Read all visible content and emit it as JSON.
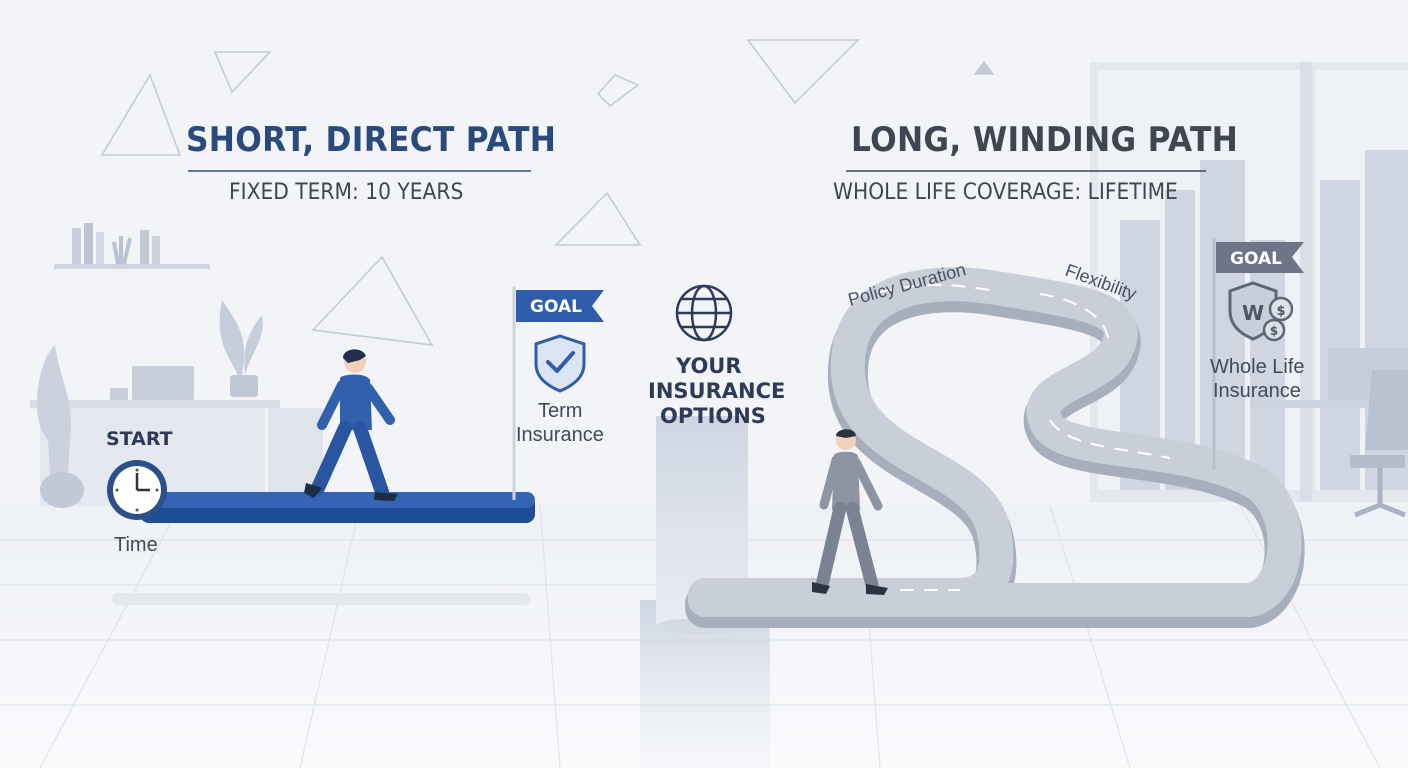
{
  "left": {
    "heading": "SHORT, DIRECT PATH",
    "subheading": "FIXED TERM: 10 YEARS",
    "start_label": "START",
    "time_label": "Time",
    "goal_flag": "GOAL",
    "goal_line1": "Term",
    "goal_line2": "Insurance"
  },
  "center": {
    "line1": "YOUR",
    "line2": "INSURANCE",
    "line3": "OPTIONS",
    "icon": "globe-icon"
  },
  "right": {
    "heading": "LONG, WINDING PATH",
    "subheading": "WHOLE LIFE COVERAGE: LIFETIME",
    "path_label_1": "Policy Duration",
    "path_label_2": "Flexibility",
    "goal_flag": "GOAL",
    "goal_line1": "Whole Life",
    "goal_line2": "Insurance"
  },
  "icons": [
    "clock-icon",
    "shield-check-icon",
    "shield-w-dollar-icon",
    "globe-icon",
    "goal-flag-icon",
    "person-walking-icon"
  ],
  "colors": {
    "accent_blue": "#2c5aa8",
    "navy_text": "#2b4a7c",
    "gray_text": "#3e4652",
    "path_gray": "#b9c0cc",
    "background": "#f3f5f9"
  }
}
